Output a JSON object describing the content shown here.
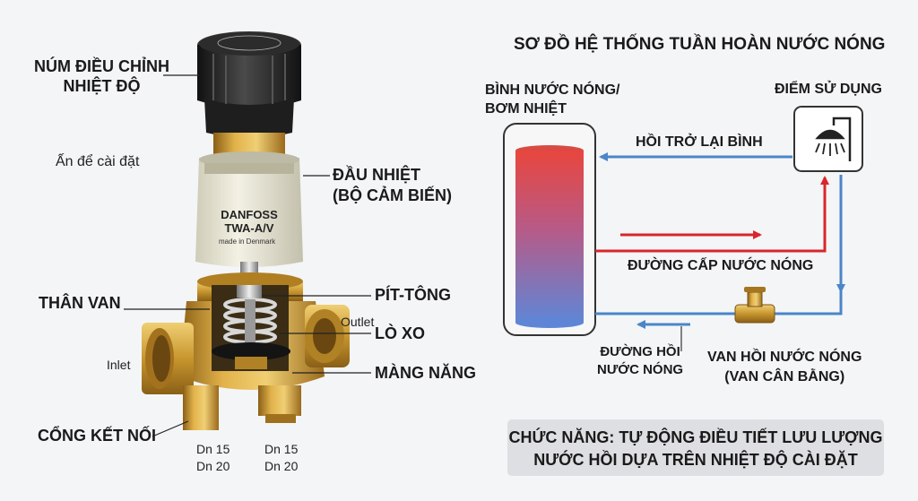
{
  "valve": {
    "knob_label_1": "NÚM ĐIỀU CHỈNH",
    "knob_label_2": "NHIỆT ĐỘ",
    "press_to_set": "Ấn để cài đặt",
    "sensor_label_1": "ĐẦU NHIỆT",
    "sensor_label_2": "(BỘ CẢM BIẾN)",
    "brand": "DANFOSS",
    "model": "TWA-A/V",
    "made_in": "made in Denmark",
    "body_label": "THÂN VAN",
    "piston_label": "PÍT-TÔNG",
    "outlet": "Outlet",
    "spring_label": "LÒ XO",
    "inlet": "Inlet",
    "membrane_label": "MÀNG NĂNG",
    "port_label": "CỔNG KẾT NỐI",
    "dn15_a": "Dn 15",
    "dn20_a": "Dn 20",
    "dn15_b": "Dn 15",
    "dn20_b": "Dn 20"
  },
  "diagram": {
    "title": "SƠ ĐỒ HỆ THỐNG TUẦN HOÀN NƯỚC NÓNG",
    "heater_label_1": "BÌNH NƯỚC NÓNG/",
    "heater_label_2": "BƠM NHIỆT",
    "point_of_use": "ĐIỂM SỬ DỤNG",
    "return_to_tank": "HỒI TRỞ LẠI BÌNH",
    "hot_supply": "ĐƯỜNG CẤP NƯỚC NÓNG",
    "return_line_1": "ĐƯỜNG HỒI",
    "return_line_2": "NƯỚC NÓNG",
    "valve_label_1": "VAN HỒI NƯỚC NÓNG",
    "valve_label_2": "(VAN CÂN BẰNG)",
    "function_1": "CHỨC NĂNG: TỰ ĐỘNG ĐIỀU TIẾT LƯU LƯỢNG",
    "function_2": "NƯỚC HỒI DỰA TRÊN NHIỆT ĐỘ CÀI ĐẶT"
  },
  "colors": {
    "hot": "#d9262b",
    "cold": "#4a86c8",
    "brass": "#c8962e",
    "knob": "#2a2a2a"
  }
}
